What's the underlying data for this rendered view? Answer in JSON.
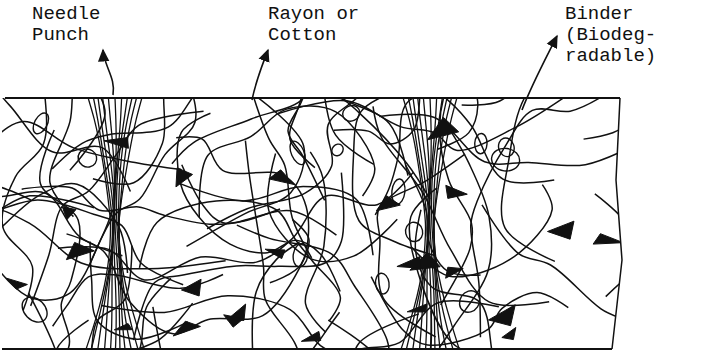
{
  "diagram": {
    "labels": [
      "Needle Punch",
      "Rayon or Cotton",
      "Binder (Biodeg- radable)"
    ]
  }
}
